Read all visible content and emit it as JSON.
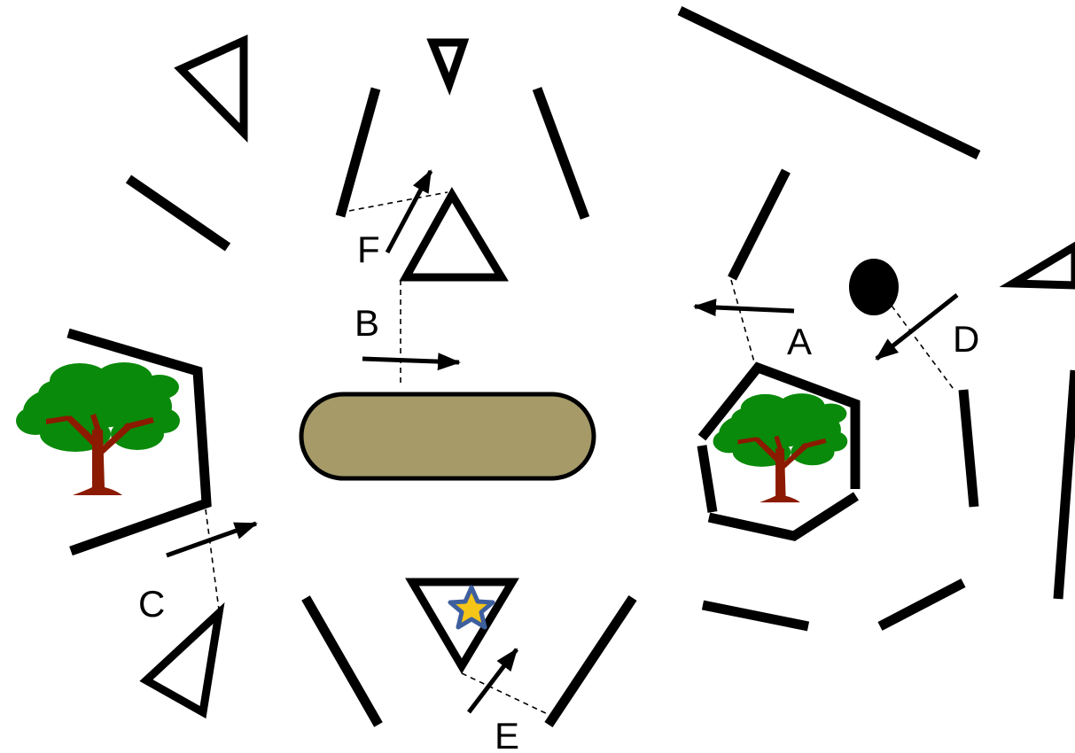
{
  "labels": {
    "a": "A",
    "b": "B",
    "c": "C",
    "d": "D",
    "e": "E",
    "f": "F"
  },
  "colors": {
    "background": "#ffffff",
    "stroke": "#000000",
    "capsule_fill": "#a59a68",
    "tree_foliage": "#0a8a0a",
    "tree_trunk": "#8b1a00",
    "star_fill": "#f5c518",
    "star_outline": "#3e5f9e",
    "circle_fill": "#000000"
  },
  "icons": {
    "tree_left": "tree-icon",
    "tree_right": "tree-icon",
    "star": "star-icon"
  }
}
